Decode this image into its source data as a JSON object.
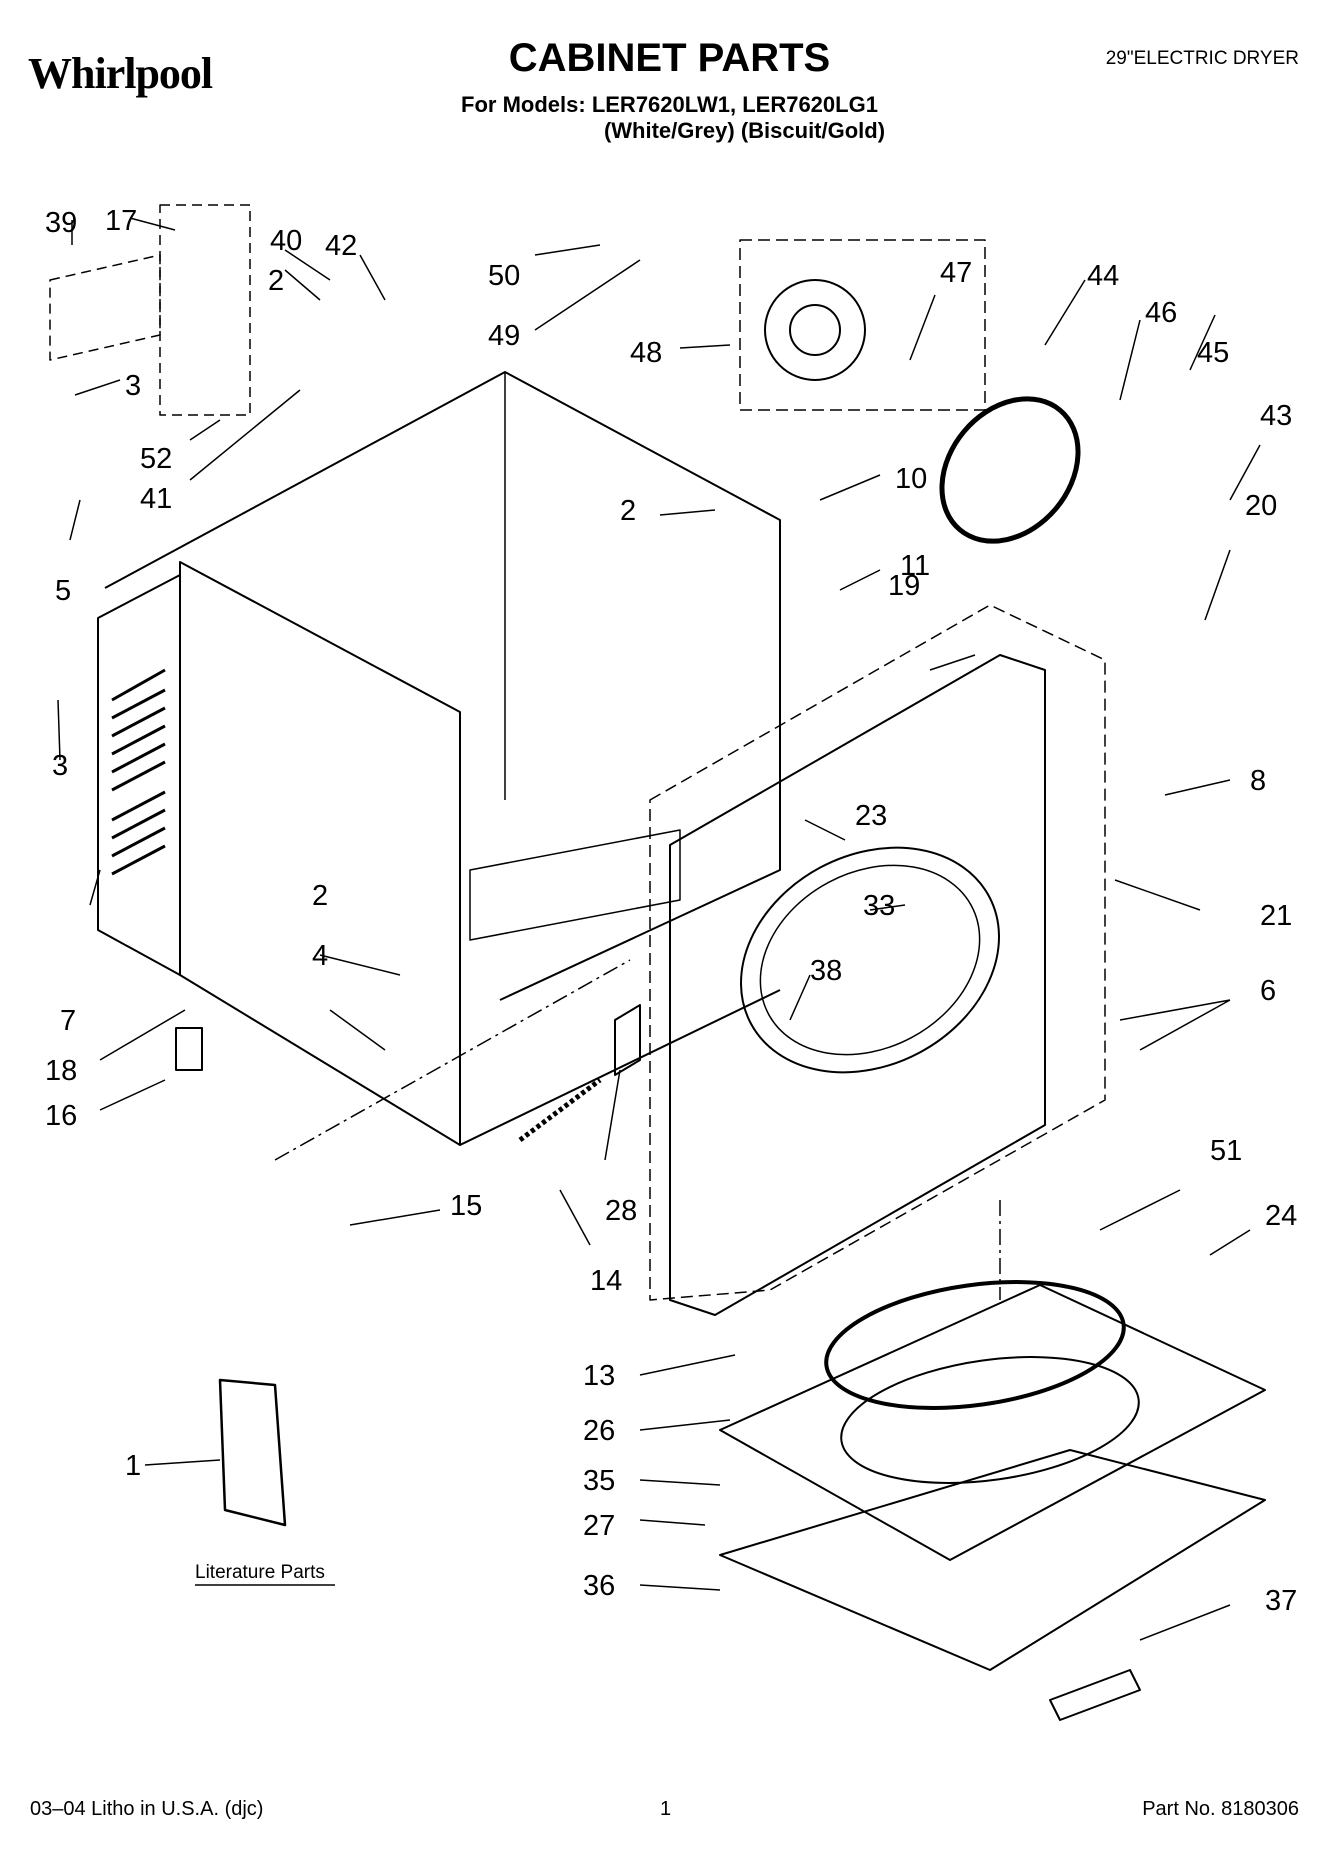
{
  "header": {
    "brand": "Whirlpool",
    "title": "CABINET PARTS",
    "models_line": "For Models: LER7620LW1, LER7620LG1",
    "colors_line": "(White/Grey)   (Biscuit/Gold)",
    "product_type": "29\"ELECTRIC DRYER"
  },
  "literature_caption": "Literature Parts",
  "callouts": [
    "39",
    "17",
    "40",
    "42",
    "2",
    "3",
    "52",
    "41",
    "5",
    "3",
    "7",
    "18",
    "16",
    "2",
    "4",
    "50",
    "49",
    "48",
    "47",
    "44",
    "46",
    "45",
    "43",
    "10",
    "2",
    "11",
    "20",
    "19",
    "8",
    "23",
    "33",
    "38",
    "21",
    "6",
    "51",
    "24",
    "28",
    "15",
    "14",
    "13",
    "26",
    "35",
    "27",
    "36",
    "37",
    "1"
  ],
  "footer": {
    "litho": "03–04 Litho in U.S.A. (djc)",
    "page": "1",
    "part_no": "Part No. 8180306"
  }
}
